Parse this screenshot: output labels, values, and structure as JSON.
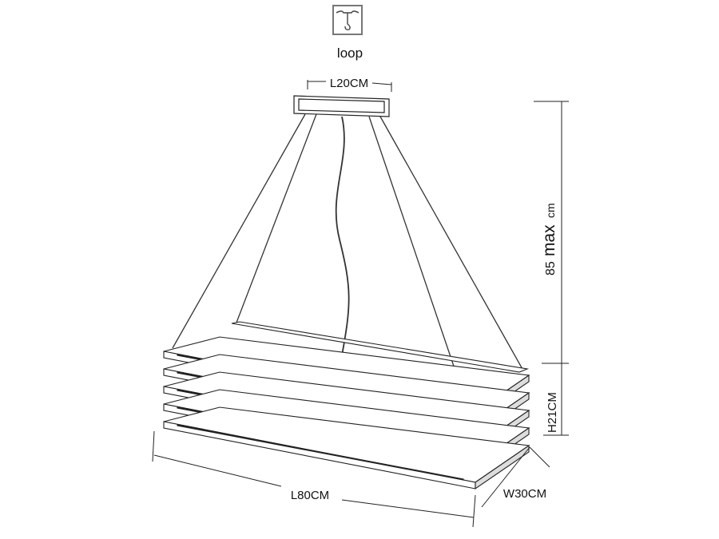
{
  "mount": {
    "icon": "ceiling-hook-icon",
    "label": "loop"
  },
  "dimensions": {
    "canopy_length": "L20CM",
    "drop_value": "85",
    "drop_max": "max",
    "drop_unit": "cm",
    "height": "H21CM",
    "length": "L80CM",
    "width": "W30CM"
  },
  "colors": {
    "line": "#222222",
    "icon_border": "#777777"
  }
}
